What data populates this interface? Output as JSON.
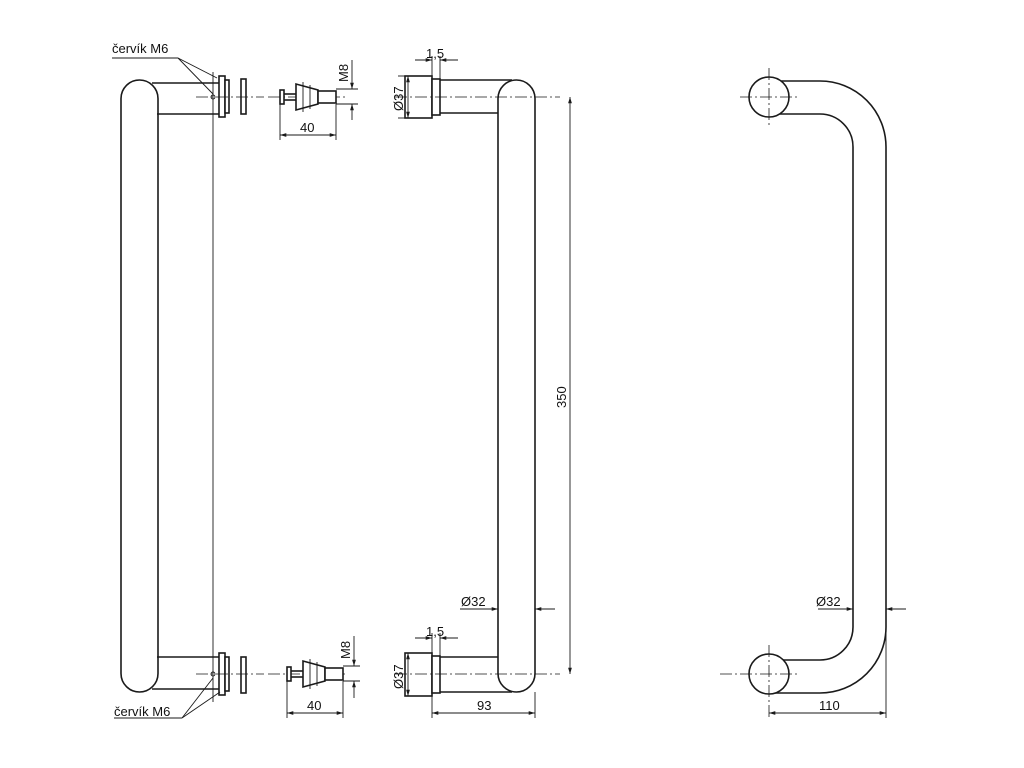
{
  "labels": {
    "worm_top": "červík M6",
    "worm_bottom": "červík M6",
    "bolt_len_top": "40",
    "bolt_len_bottom": "40",
    "thread_top": "M8",
    "thread_bottom": "M8",
    "gap_top": "1,5",
    "gap_bottom": "1,5",
    "flange_dia_top": "Ø37",
    "flange_dia_bottom": "Ø37",
    "length_350": "350",
    "tube_dia_side": "Ø32",
    "depth_93": "93",
    "tube_dia_right": "Ø32",
    "width_110": "110"
  }
}
